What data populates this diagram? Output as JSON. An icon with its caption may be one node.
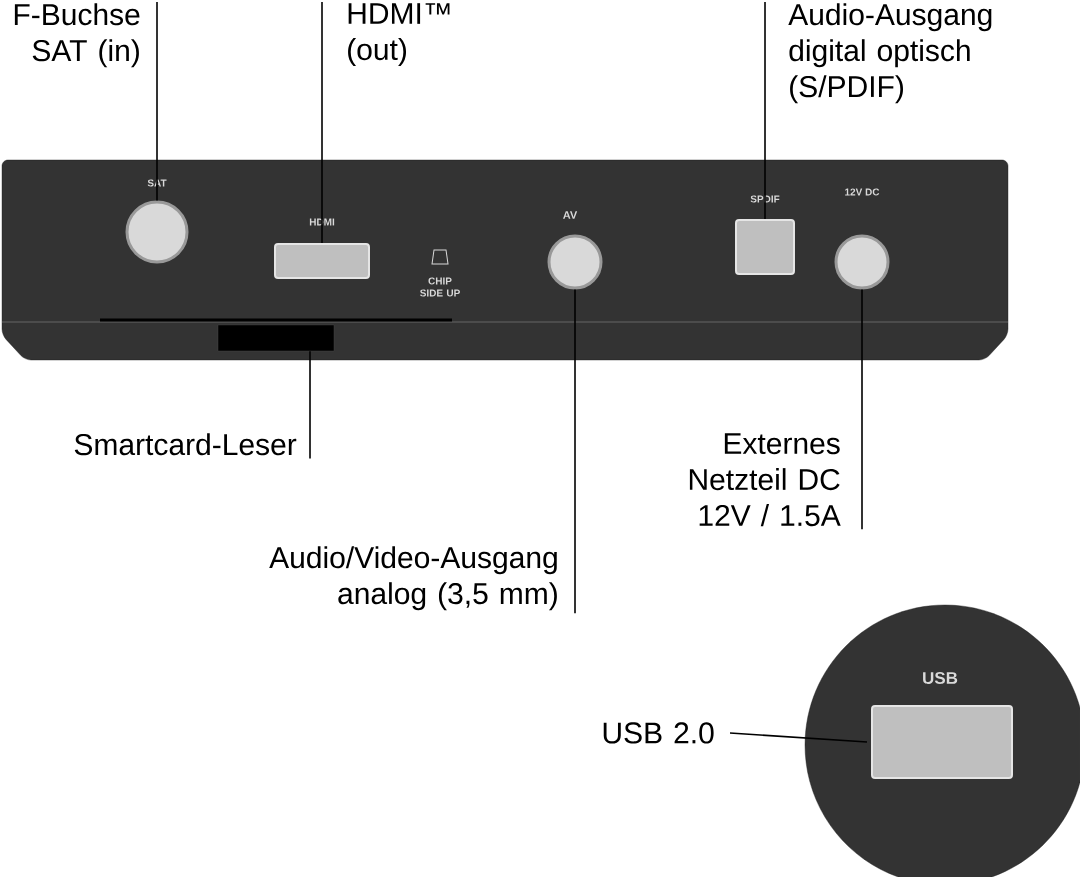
{
  "diagram": {
    "nodes": [
      {
        "text": [
          "F-Buchse SAT (in)"
        ]
      },
      {
        "text": [
          "HDMI™ (out)"
        ]
      },
      {
        "text": [
          "Audio-Ausgang digital optisch (S/PDIF)"
        ]
      },
      {
        "text": [
          "Smartcard-Leser"
        ]
      },
      {
        "text": [
          "Audio/Video-Ausgang analog (3,5 mm)"
        ]
      },
      {
        "text": [
          "Externes Netzteil DC 12V / 1.5A"
        ]
      },
      {
        "text": [
          "USB 2.0"
        ]
      },
      {
        "text": [],
        "shape": "circle"
      },
      {
        "text": [],
        "shape": "box"
      },
      {
        "text": [],
        "shape": "box"
      },
      {
        "text": [],
        "shape": "bar"
      },
      {
        "text": [],
        "shape": "circle"
      },
      {
        "text": [],
        "shape": "circle"
      },
      {
        "text": [],
        "shape": "box"
      }
    ],
    "edges": [
      {
        "from": 0,
        "to": 7,
        "arrow": "none"
      },
      {
        "from": 1,
        "to": 8,
        "arrow": "none"
      },
      {
        "from": 2,
        "to": 9,
        "arrow": "none"
      },
      {
        "from": 3,
        "to": 10,
        "arrow": "none"
      },
      {
        "from": 4,
        "to": 11,
        "arrow": "none"
      },
      {
        "from": 5,
        "to": 12,
        "arrow": "none"
      },
      {
        "from": 6,
        "to": 13,
        "arrow": "none"
      }
    ],
    "labels": [
      "SAT",
      "HDMI",
      "CHIP SIDE UP",
      "AV",
      "SPDIF",
      "12V DC",
      "USB"
    ]
  }
}
